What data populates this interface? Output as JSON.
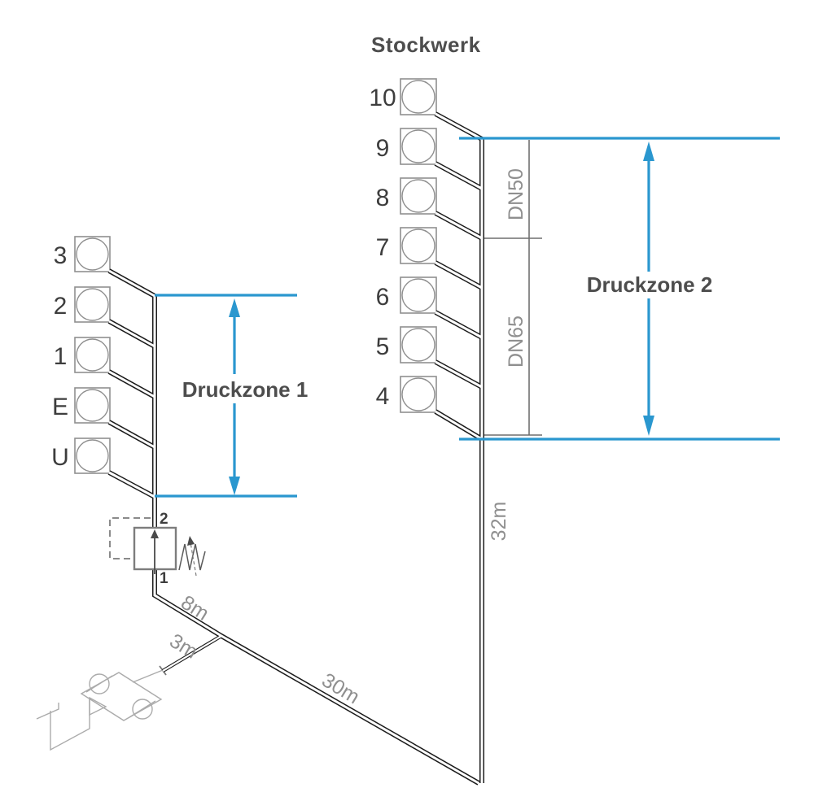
{
  "diagram_title": "Stockwerk",
  "right_riser": {
    "floors": [
      "10",
      "9",
      "8",
      "7",
      "6",
      "5",
      "4"
    ],
    "pipe_dn_upper": "DN50",
    "pipe_dn_lower": "DN65",
    "riser_length": "32m"
  },
  "left_riser": {
    "floors": [
      "3",
      "2",
      "1",
      "E",
      "U"
    ]
  },
  "zones": {
    "zone1": "Druckzone 1",
    "zone2": "Druckzone 2"
  },
  "pipes": {
    "basement_horizontal": "8m",
    "pump_branch": "3m",
    "main_run": "30m"
  },
  "pressure_reducing_valve": {
    "port_top": "2",
    "port_bottom": "1"
  },
  "colors": {
    "zone_blue": "#2a97cf",
    "pipe_black": "#1c1c1c",
    "heading_gray": "#4d4d4d",
    "dimension_gray": "#8f8f8f"
  }
}
